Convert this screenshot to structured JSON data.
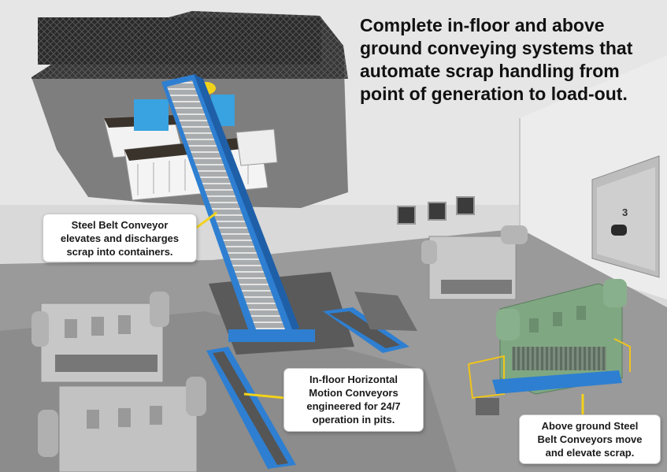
{
  "headline": {
    "lines": [
      "Complete in-floor and above",
      "ground conveying systems that",
      "automate scrap handling from",
      "point of generation to load-out."
    ]
  },
  "callouts": {
    "steel_belt": {
      "lines": [
        "Steel Belt Conveyor",
        "elevates and discharges",
        "scrap into containers."
      ]
    },
    "in_floor": {
      "lines": [
        "In-floor Horizontal",
        "Motion Conveyors",
        "engineered for 24/7",
        "operation in pits."
      ]
    },
    "above_ground": {
      "lines": [
        "Above ground Steel",
        "Belt Conveyors move",
        "and elevate scrap."
      ]
    }
  },
  "door_number": "3",
  "colors": {
    "conveyor_blue": "#2e7fd1",
    "callout_line_yellow": "#f2d21b",
    "press_green": "#7fa882",
    "railing_yellow": "#f0c419"
  }
}
